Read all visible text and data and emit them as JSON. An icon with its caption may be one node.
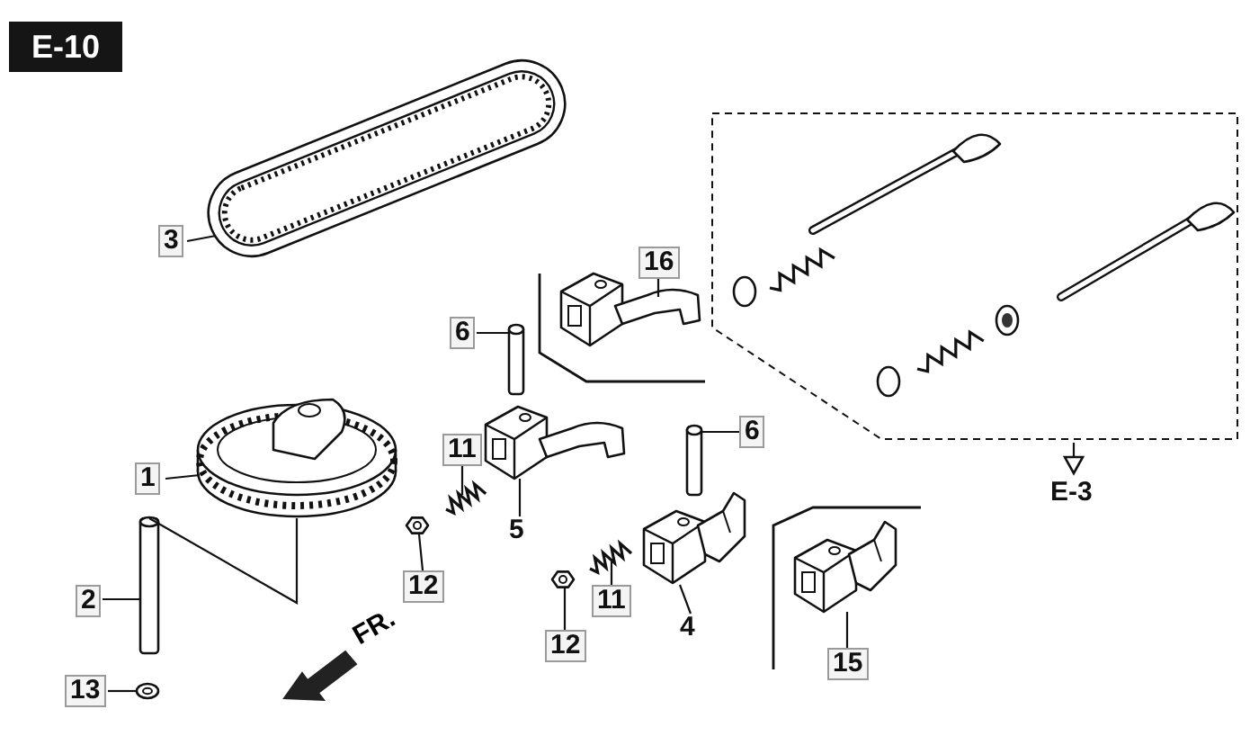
{
  "diagram": {
    "nodes": [
      {
        "text": [
          "3"
        ]
      },
      {
        "text": [],
        "shape": "picture"
      },
      {
        "text": [
          "16"
        ]
      },
      {
        "text": [],
        "shape": "picture"
      },
      {
        "text": [
          "6"
        ]
      },
      {
        "text": [],
        "shape": "picture"
      },
      {
        "text": [],
        "shape": "box"
      },
      {
        "text": [
          "6"
        ]
      },
      {
        "text": [],
        "shape": "picture"
      },
      {
        "text": [
          "1"
        ]
      },
      {
        "text": [],
        "shape": "picture"
      },
      {
        "text": [
          "11"
        ]
      },
      {
        "text": [],
        "shape": "picture"
      },
      {
        "text": [
          "5"
        ]
      },
      {
        "text": [],
        "shape": "picture"
      },
      {
        "text": [
          "12"
        ]
      },
      {
        "text": [],
        "shape": "picture"
      },
      {
        "text": [
          "2"
        ]
      },
      {
        "text": [],
        "shape": "picture"
      },
      {
        "text": [
          "11"
        ]
      },
      {
        "text": [],
        "shape": "picture"
      },
      {
        "text": [
          "4"
        ]
      },
      {
        "text": [],
        "shape": "picture"
      },
      {
        "text": [
          "12"
        ]
      },
      {
        "text": [],
        "shape": "picture"
      },
      {
        "text": [
          "15"
        ]
      },
      {
        "text": [],
        "shape": "picture"
      },
      {
        "text": [
          "13"
        ]
      },
      {
        "text": [],
        "shape": "picture"
      },
      {
        "text": [
          "E-3"
        ]
      }
    ],
    "edges": [
      {
        "from": 0,
        "to": 1,
        "arrow": "none"
      },
      {
        "from": 2,
        "to": 3,
        "arrow": "none"
      },
      {
        "from": 4,
        "to": 5,
        "arrow": "none"
      },
      {
        "from": 7,
        "to": 8,
        "arrow": "none"
      },
      {
        "from": 9,
        "to": 10,
        "arrow": "none"
      },
      {
        "from": 11,
        "to": 12,
        "arrow": "none"
      },
      {
        "from": 13,
        "to": 14,
        "arrow": "none"
      },
      {
        "from": 15,
        "to": 16,
        "arrow": "none"
      },
      {
        "from": 17,
        "to": 18,
        "arrow": "none"
      },
      {
        "from": 19,
        "to": 20,
        "arrow": "none"
      },
      {
        "from": 21,
        "to": 22,
        "arrow": "none"
      },
      {
        "from": 23,
        "to": 24,
        "arrow": "none"
      },
      {
        "from": 25,
        "to": 26,
        "arrow": "none"
      },
      {
        "from": 27,
        "to": 28,
        "arrow": "none"
      },
      {
        "from": 10,
        "to": 18,
        "arrow": "none"
      },
      {
        "from": 6,
        "to": 29,
        "arrow": "to"
      }
    ],
    "labels": [
      "E-10",
      "FR."
    ]
  }
}
